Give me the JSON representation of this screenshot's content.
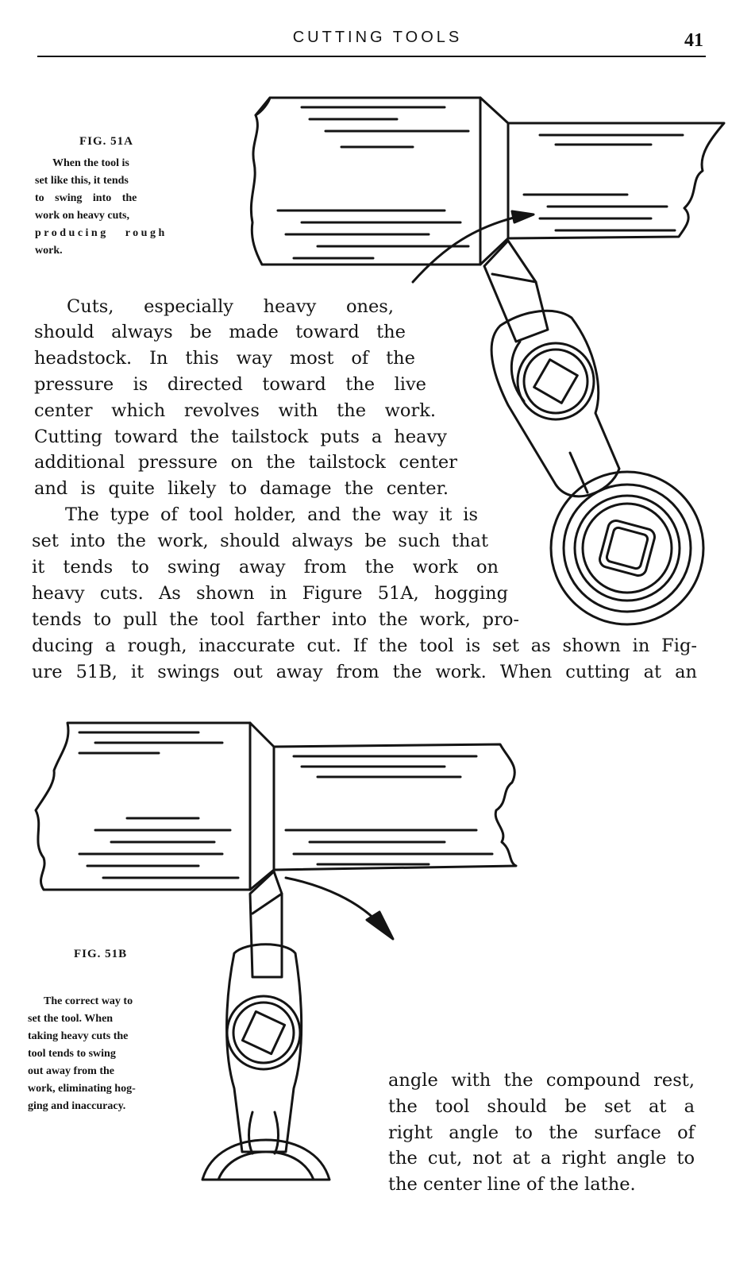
{
  "header": {
    "title": "CUTTING TOOLS",
    "page_number": "41"
  },
  "figures": {
    "fig_51a": {
      "label": "FIG. 51A",
      "caption_lines": [
        "When the tool is",
        "set like this, it tends",
        "to swing into the",
        "work on heavy cuts,",
        "producing rough",
        "work."
      ]
    },
    "fig_51b": {
      "label": "FIG. 51B",
      "caption_lines": [
        "The correct way to",
        "set the tool. When",
        "taking heavy cuts the",
        "tool tends to swing",
        "out away from the",
        "work, eliminating hog-",
        "ging and inaccuracy."
      ]
    }
  },
  "body": {
    "lines_top": [
      "Cuts, especially heavy ones,",
      "should always be made toward the",
      "headstock. In this way most of the",
      "pressure is directed toward the live",
      "center which revolves with the work.",
      "Cutting toward the tailstock puts a heavy",
      "additional pressure on the tailstock center",
      "and is quite likely to damage the center.",
      "The type of tool holder, and the way it is",
      "set into the work, should always be such that",
      "it tends to swing away from the work on",
      "heavy cuts. As shown in Figure 51A, hogging",
      "tends to pull the tool farther into the work, pro-",
      "ducing a rough, inaccurate cut. If the tool is set as shown in Fig-",
      "ure 51B, it swings out away from the work. When cutting at an"
    ],
    "lines_bottom": [
      "angle with the compound rest,",
      "the tool should be set at a",
      "right angle to the surface of",
      "the cut, not at a right angle to",
      "the center line of the lathe."
    ]
  }
}
